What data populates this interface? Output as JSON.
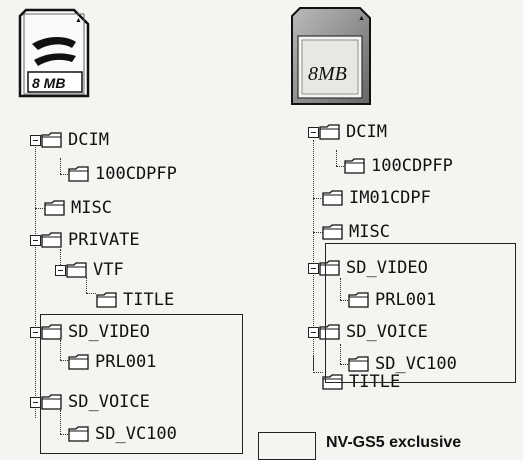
{
  "cards": {
    "sd_logo": "SD",
    "sd_capacity": "8 MB",
    "mmc_capacity": "8MB"
  },
  "tree_left": [
    {
      "label": "DCIM"
    },
    {
      "label": "100CDPFP"
    },
    {
      "label": "MISC"
    },
    {
      "label": "PRIVATE"
    },
    {
      "label": "VTF"
    },
    {
      "label": "TITLE"
    },
    {
      "label": "SD_VIDEO"
    },
    {
      "label": "PRL001"
    },
    {
      "label": "SD_VOICE"
    },
    {
      "label": "SD_VC100"
    }
  ],
  "tree_right": [
    {
      "label": "DCIM"
    },
    {
      "label": "100CDPFP"
    },
    {
      "label": "IM01CDPF"
    },
    {
      "label": "MISC"
    },
    {
      "label": "SD_VIDEO"
    },
    {
      "label": "PRL001"
    },
    {
      "label": "SD_VOICE"
    },
    {
      "label": "SD_VC100"
    },
    {
      "label": "TITLE"
    }
  ],
  "legend": {
    "text": "NV-GS5 exclusive"
  }
}
